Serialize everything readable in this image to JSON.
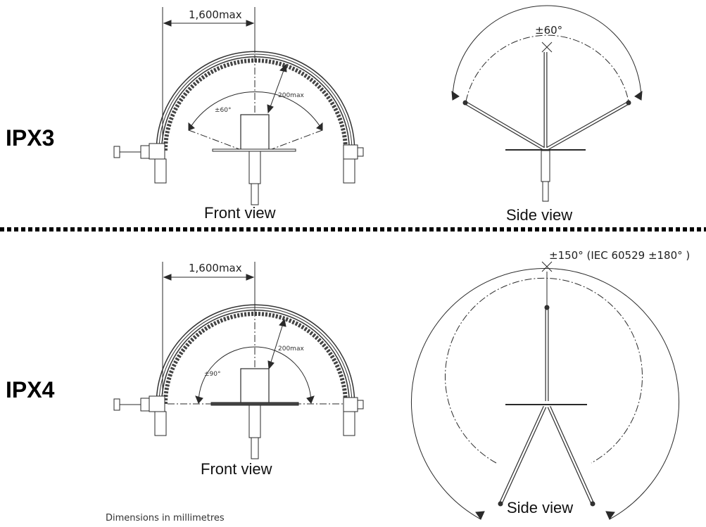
{
  "ipx3": {
    "label": "IPX3",
    "front": {
      "width_label": "1,600max",
      "angle_label": "±60°",
      "distance_label": "200max",
      "caption": "Front view"
    },
    "side": {
      "angle_label": "±60°",
      "caption": "Side view"
    }
  },
  "ipx4": {
    "label": "IPX4",
    "front": {
      "width_label": "1,600max",
      "angle_label": "±90°",
      "distance_label": "200max",
      "caption": "Front view"
    },
    "side": {
      "angle_label": "±150° (IEC 60529 ±180°  )",
      "caption": "Side view"
    }
  },
  "footer_note": "Dimensions in millimetres",
  "colors": {
    "line": "#2a2a2a",
    "divider": "#000000"
  }
}
